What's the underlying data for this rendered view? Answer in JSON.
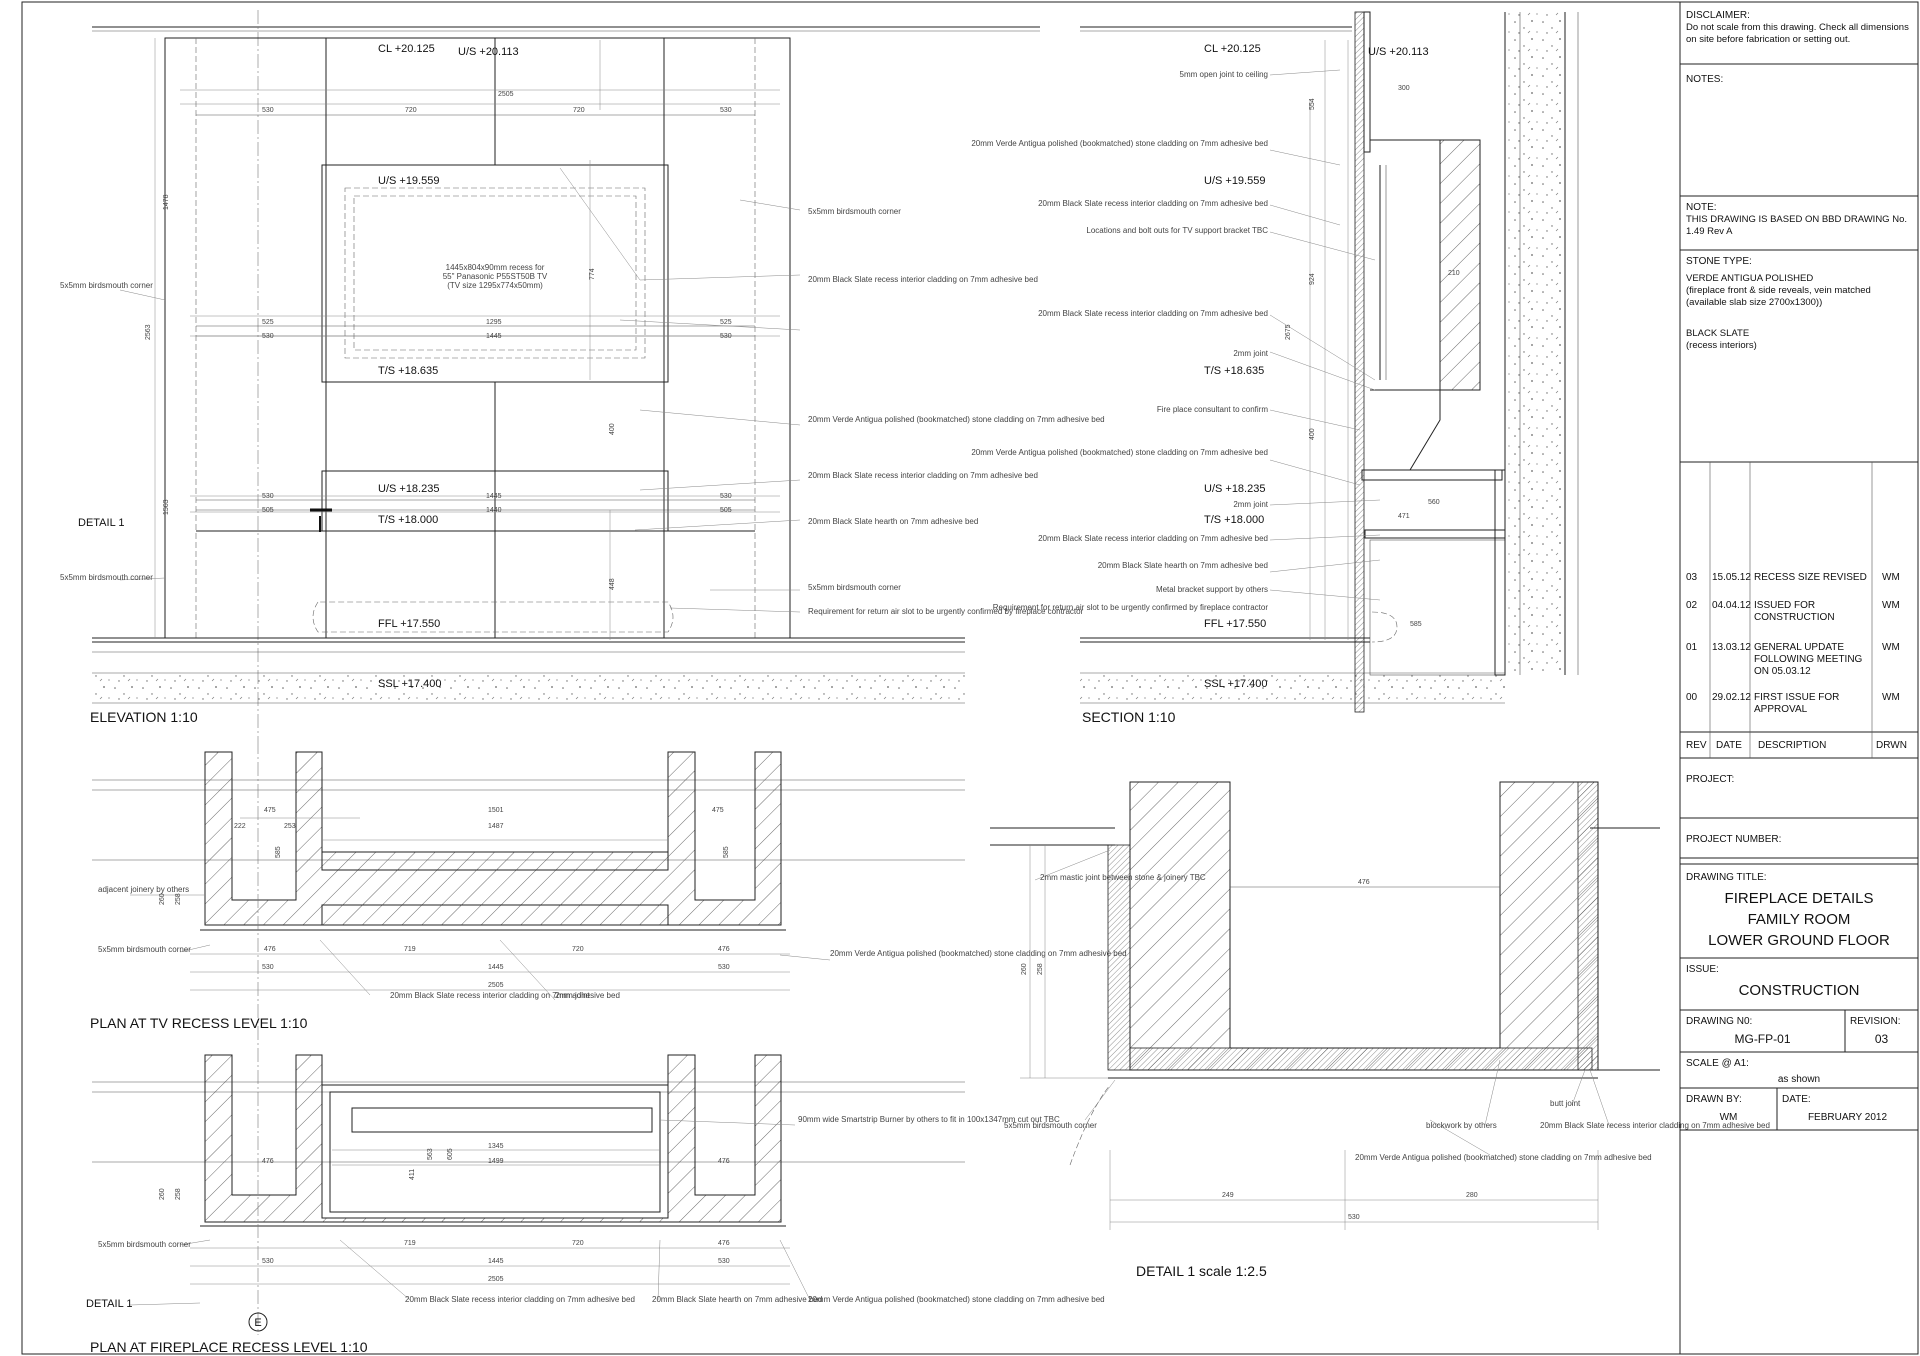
{
  "views": {
    "elevation": {
      "title": "ELEVATION   1:10",
      "levels": [
        "CL +20.125",
        "U/S +20.113",
        "U/S +19.559",
        "T/S +18.635",
        "U/S +18.235",
        "T/S +18.000",
        "FFL +17.550",
        "SSL +17.400"
      ],
      "detail_ref": "DETAIL 1",
      "notes": [
        "5x5mm birdsmouth corner",
        "20mm Black Slate recess interior cladding on 7mm adhesive bed",
        "20mm Verde Antigua polished (bookmatched) stone cladding on 7mm adhesive bed",
        "20mm Black Slate recess interior cladding on 7mm adhesive bed",
        "20mm Black Slate hearth on 7mm adhesive bed",
        "5x5mm birdsmouth corner",
        "Requirement for return air slot to be urgently confirmed by fireplace contractor",
        "5x5mm birdsmouth corner",
        "5x5mm birdsmouth corner"
      ],
      "tv_note": [
        "1445x804x90mm recess for",
        "55\" Panasonic P55ST50B TV",
        "(TV size 1295x774x50mm)"
      ],
      "dims": [
        "530",
        "720",
        "2505",
        "720",
        "530",
        "525",
        "1295",
        "525",
        "530",
        "1445",
        "530",
        "530",
        "1445",
        "530",
        "505",
        "1440",
        "505",
        "1478",
        "2563",
        "1563",
        "448",
        "400",
        "774"
      ]
    },
    "section": {
      "title": "SECTION   1:10",
      "levels": [
        "CL +20.125",
        "U/S +20.113",
        "U/S +19.559",
        "T/S +18.635",
        "U/S +18.235",
        "T/S +18.000",
        "FFL +17.550",
        "SSL +17.400"
      ],
      "notes": [
        "5mm open joint to ceiling",
        "20mm Verde Antigua polished (bookmatched) stone cladding on 7mm adhesive bed",
        "20mm Black Slate recess interior cladding on 7mm adhesive bed",
        "Locations and bolt outs for TV support bracket TBC",
        "20mm Black Slate recess interior cladding on 7mm adhesive bed",
        "2mm joint",
        "Fire place consultant to confirm",
        "20mm Verde Antigua polished (bookmatched) stone cladding on 7mm adhesive bed",
        "2mm joint",
        "20mm Black Slate recess interior cladding on 7mm adhesive bed",
        "20mm Black Slate hearth on 7mm adhesive bed",
        "Metal bracket support by others",
        "Requirement for return air slot to be urgently confirmed by fireplace contractor"
      ],
      "dims": [
        "300",
        "554",
        "924",
        "2675",
        "210",
        "400",
        "560",
        "471",
        "585"
      ]
    },
    "plan_tv": {
      "title": "PLAN AT TV RECESS LEVEL   1:10",
      "notes": [
        "adjacent joinery by others",
        "5x5mm birdsmouth corner",
        "20mm Black Slate recess interior cladding on 7mm adhesive bed",
        "2mm joint",
        "20mm Verde Antigua polished (bookmatched) stone cladding on 7mm adhesive bed"
      ],
      "dims": [
        "475",
        "1501",
        "475",
        "222",
        "253",
        "1487",
        "585",
        "585",
        "260",
        "258",
        "476",
        "719",
        "720",
        "476",
        "530",
        "1445",
        "530",
        "2505"
      ]
    },
    "plan_fire": {
      "title": "PLAN AT FIREPLACE RECESS LEVEL   1:10",
      "notes": [
        "90mm wide Smartstrip Burner by others to fit in 100x1347mm cut out TBC",
        "5x5mm birdsmouth corner",
        "20mm Black Slate recess interior cladding on 7mm adhesive bed",
        "20mm Black Slate hearth on 7mm adhesive bed",
        "20mm Verde Antigua polished (bookmatched) stone cladding on 7mm adhesive bed"
      ],
      "dims": [
        "1345",
        "1499",
        "476",
        "476",
        "260",
        "258",
        "411",
        "563",
        "605",
        "719",
        "720",
        "476",
        "530",
        "1445",
        "530",
        "2505"
      ],
      "detail_ref": "DETAIL 1",
      "section_mark": "E"
    },
    "detail": {
      "title": "DETAIL 1   scale 1:2.5",
      "notes": [
        "2mm mastic joint between stone & joinery TBC",
        "5x5mm birdsmouth corner",
        "blockwork by others",
        "20mm Verde Antigua polished (bookmatched) stone cladding on 7mm adhesive bed",
        "butt joint",
        "20mm Black Slate recess interior cladding on 7mm adhesive bed"
      ],
      "dims": [
        "476",
        "249",
        "280",
        "530",
        "260",
        "258"
      ]
    }
  },
  "title_block": {
    "disclaimer_label": "DISCLAIMER:",
    "disclaimer_text": "Do not scale from this drawing. Check all dimensions on site before fabrication or setting out.",
    "notes_label": "NOTES:",
    "note_label": "NOTE:",
    "note_text": "THIS DRAWING IS BASED ON BBD DRAWING No. 1.49 Rev A",
    "stone_label": "STONE TYPE:",
    "stone_1": "VERDE ANTIGUA POLISHED",
    "stone_1_desc": "(fireplace front & side reveals, vein matched (available slab size 2700x1300))",
    "stone_2": "BLACK SLATE",
    "stone_2_desc": "(recess interiors)",
    "revisions": [
      {
        "rev": "03",
        "date": "15.05.12",
        "desc": "RECESS SIZE REVISED",
        "drwn": "WM"
      },
      {
        "rev": "02",
        "date": "04.04.12",
        "desc": "ISSUED FOR CONSTRUCTION",
        "drwn": "WM"
      },
      {
        "rev": "01",
        "date": "13.03.12",
        "desc": "GENERAL UPDATE FOLLOWING MEETING ON 05.03.12",
        "drwn": "WM"
      },
      {
        "rev": "00",
        "date": "29.02.12",
        "desc": "FIRST ISSUE FOR APPROVAL",
        "drwn": "WM"
      }
    ],
    "rev_headers": {
      "rev": "REV",
      "date": "DATE",
      "desc": "DESCRIPTION",
      "drwn": "DRWN"
    },
    "project_label": "PROJECT:",
    "project_number_label": "PROJECT NUMBER:",
    "drawing_title_label": "DRAWING TITLE:",
    "drawing_title": [
      "FIREPLACE DETAILS",
      "FAMILY ROOM",
      "LOWER GROUND FLOOR"
    ],
    "issue_label": "ISSUE:",
    "issue": "CONSTRUCTION",
    "drawing_no_label": "DRAWING N0:",
    "drawing_no": "MG-FP-01",
    "revision_label": "REVISION:",
    "revision": "03",
    "scale_label": "SCALE @ A1:",
    "scale": "as shown",
    "drawn_by_label": "DRAWN BY:",
    "drawn_by": "WM",
    "date_label": "DATE:",
    "date": "FEBRUARY 2012"
  }
}
